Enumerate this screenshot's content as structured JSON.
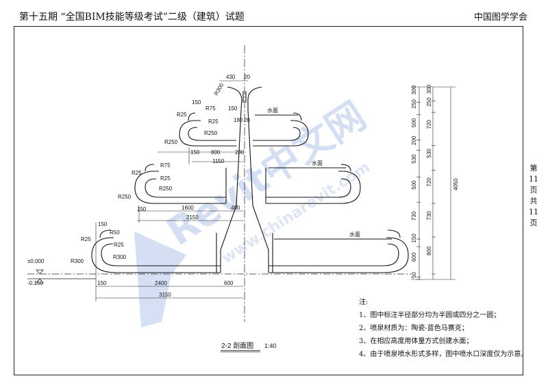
{
  "header": {
    "title": "第十五期 “全国BIM技能等级考试”二级（建筑）试题",
    "org": "中国图学学会"
  },
  "side": {
    "page_label": "第",
    "page_num": "11",
    "page_unit": "页",
    "total_label": "共",
    "total_num": "11",
    "total_unit": "页"
  },
  "drawing": {
    "section_title": "2-2 剖面图",
    "scale": "1:40",
    "level_top": "±0.000",
    "level_bottom": "-0.150",
    "water_label": "水面",
    "dims": {
      "d430": "430",
      "d20a": "20",
      "r300": "R300",
      "d150a": "150",
      "r25a": "R25",
      "r75a": "R75",
      "d150b": "150",
      "r25b": "R25",
      "d180": "180",
      "d20b": "20",
      "r250a": "R250",
      "r250b": "R250",
      "d150c": "150",
      "d800": "800",
      "d200": "200",
      "d1150": "1150",
      "r25c": "R25",
      "r75b": "R75",
      "r25d": "R25",
      "r250c": "R250",
      "r250d": "R250",
      "d150d": "150",
      "d1600": "1600",
      "d400": "400",
      "d2150": "2150",
      "d150e": "150",
      "r50": "R50",
      "r25e": "R25",
      "r25f": "R25",
      "r300b": "R300",
      "r300c": "R300",
      "d150f": "150",
      "d2400": "2400",
      "d600": "600",
      "d3150": "3150"
    },
    "right_dims": {
      "c1": [
        "300",
        "250",
        "500",
        "200",
        "530",
        "500",
        "730",
        "150",
        "600",
        "50"
      ],
      "c2": [
        "300",
        "250",
        "720",
        "530",
        "720",
        "730",
        "800"
      ],
      "total": "4050"
    }
  },
  "notes": {
    "title": "注:",
    "items": [
      "1、图中标注半径部分均为半圆或四分之一圆；",
      "2、喷泉材质为：陶瓷-蓝色马赛克；",
      "3、在相应高度用体量方式创建水面；",
      "4、由于喷泉喷水形式多样，图中喷水口深度仅为示意。"
    ]
  },
  "watermark": {
    "brand": "Revit中文网",
    "url": "www.chinarevit.com"
  }
}
